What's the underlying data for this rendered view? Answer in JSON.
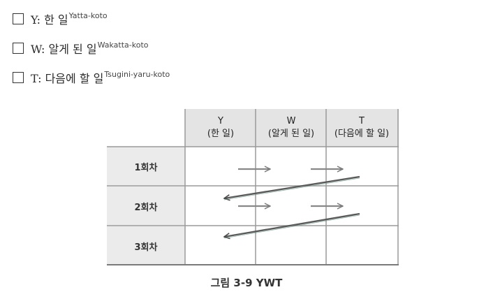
{
  "checklist": [
    {
      "label": "Y: 한 일",
      "sup": "Yatta-koto"
    },
    {
      "label": "W: 알게 된 일",
      "sup": "Wakatta-koto"
    },
    {
      "label": "T: 다음에 할 일",
      "sup": "Tsugini-yaru-koto"
    }
  ],
  "table": {
    "headers": [
      {
        "letter": "Y",
        "sub": "(한 일)"
      },
      {
        "letter": "W",
        "sub": "(알게 된 일)"
      },
      {
        "letter": "T",
        "sub": "(다음에 할 일)"
      }
    ],
    "rows": [
      "1회차",
      "2회차",
      "3회차"
    ]
  },
  "caption": "그림 3-9  YWT",
  "colors": {
    "header_bg": "#e4e4e4",
    "row_bg": "#ebebeb",
    "grid": "#9a9a9a",
    "arrow_forward": "#888888",
    "arrow_return": "#5a5a5a"
  }
}
